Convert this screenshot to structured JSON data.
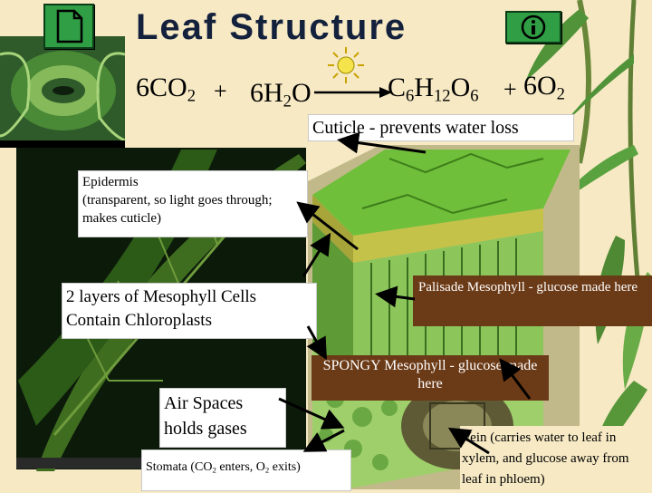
{
  "title": "Leaf Structure",
  "equation": {
    "reactant1": {
      "coef": "6",
      "chem": "CO",
      "sub": "2"
    },
    "plus1": "+",
    "reactant2": {
      "coef": "6",
      "chem": "H",
      "sub": "2",
      "tail": "O"
    },
    "product1": {
      "c": "C",
      "c_sub": "6",
      "h": "H",
      "h_sub": "12",
      "o": "O",
      "o_sub": "6"
    },
    "plus2": "+",
    "product2": {
      "coef": "6",
      "chem": "O",
      "sub": "2"
    }
  },
  "labels": {
    "cuticle": "Cuticle - prevents water loss",
    "epidermis": "Epidermis\n(transparent, so light goes through; makes cuticle)",
    "mesophyll": "2 layers of Mesophyll Cells Contain Chloroplasts",
    "palisade": "Palisade Mesophyll - glucose made here",
    "spongy": "SPONGY Mesophyll - glucose made here",
    "air_spaces": "Air Spaces holds gases",
    "stomata_a": "Stomata (CO",
    "stomata_sub1": "2",
    "stomata_b": " enters, O",
    "stomata_sub2": "2",
    "stomata_c": " exits)",
    "vein": "Vein (carries water to leaf in xylem, and glucose away from leaf in phloem)"
  },
  "colors": {
    "background": "#f6e9c4",
    "title": "#14213d",
    "nav_button": "#2f9e44",
    "label_brown": "#6b3a16"
  },
  "icons": {
    "nav_left": "page-icon",
    "nav_right": "info-icon",
    "sun": "sun-icon"
  }
}
